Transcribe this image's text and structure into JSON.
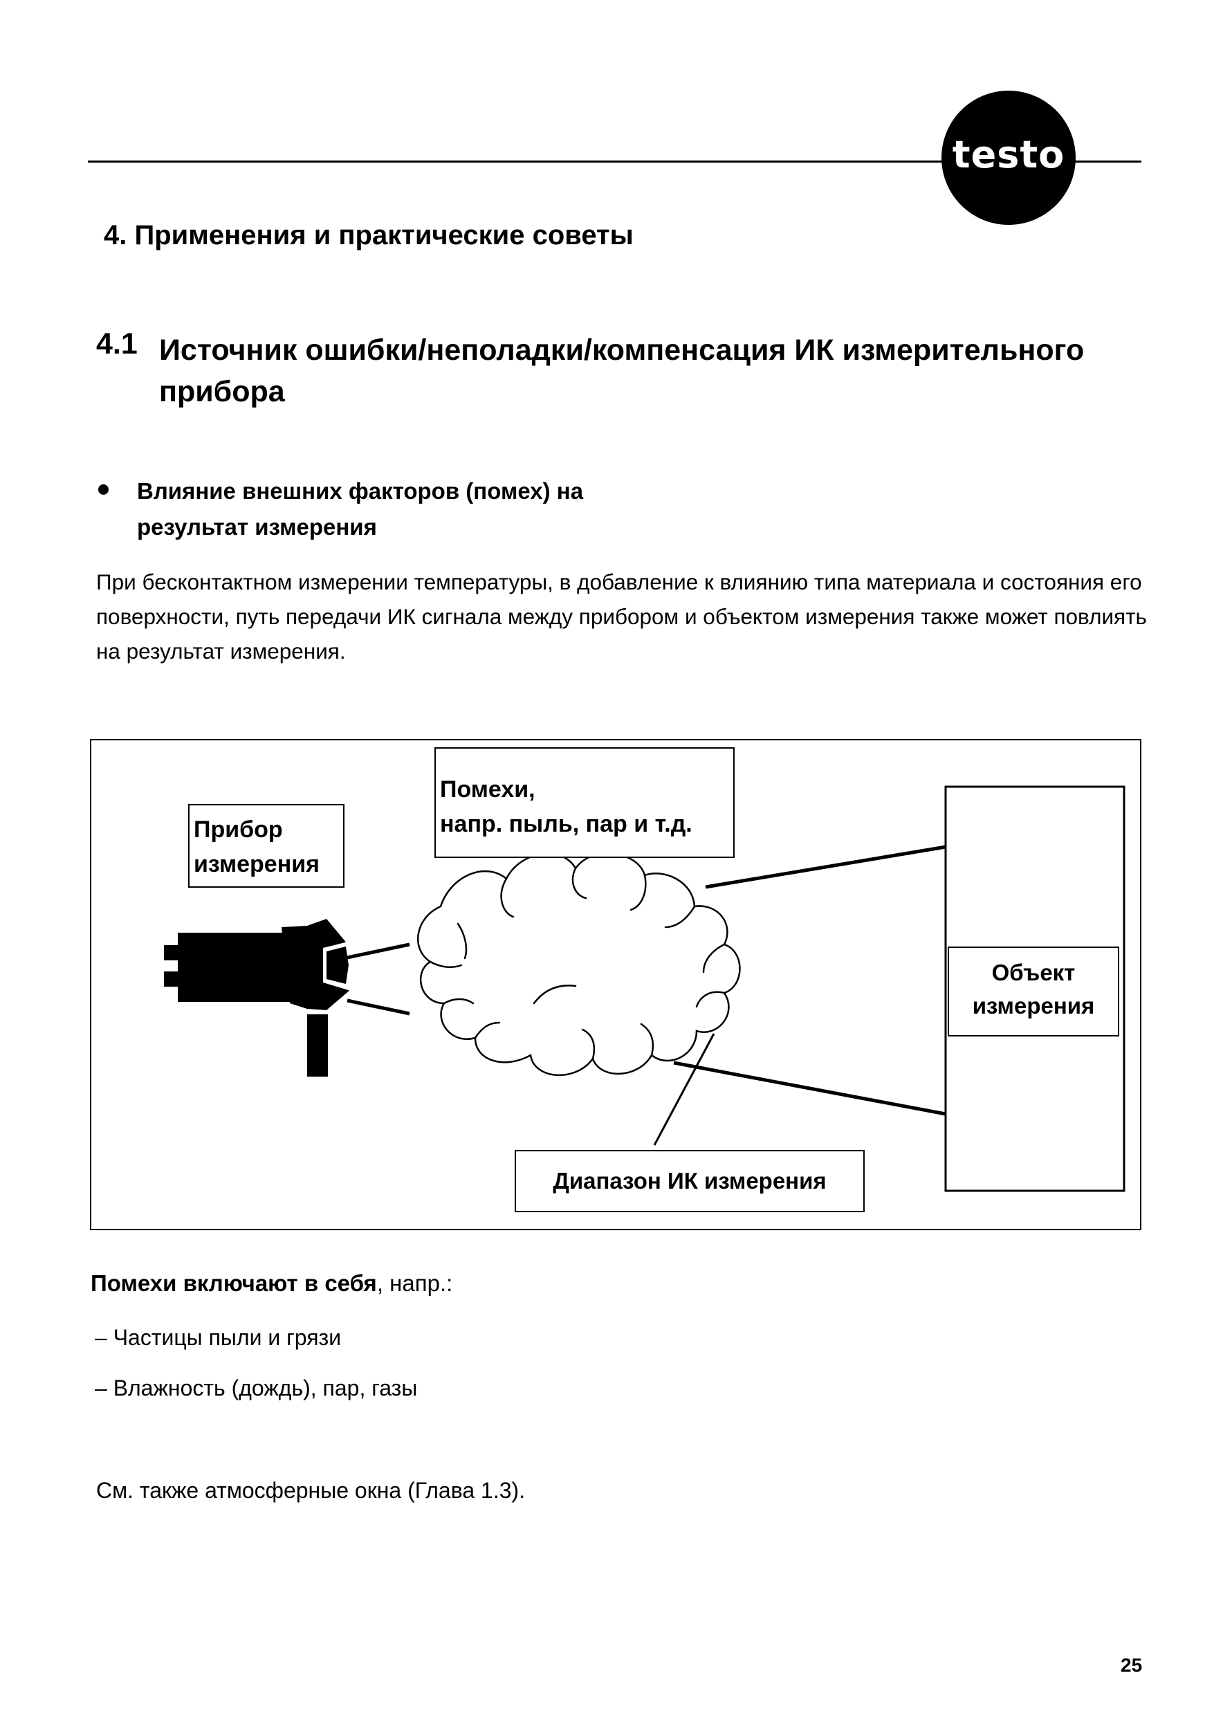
{
  "header": {
    "logo_text": "testo"
  },
  "section_title": "4. Применения и практические советы",
  "subsection": {
    "number": "4.1",
    "title": "Источник ошибки/неполадки/компенсация ИК измерительного прибора"
  },
  "bullet_heading": "Влияние внешних факторов (помех) на результат измерения",
  "paragraph": "При бесконтактном измерении температуры, в добавление к влиянию типа материала и состояния его поверхности, путь передачи ИК сигнала между прибором и объектом измерения также может повлиять на результат измерения.",
  "diagram": {
    "device_label_line1": "Прибор",
    "device_label_line2": "измерения",
    "noise_label_line1": "Помехи,",
    "noise_label_line2": "напр. пыль, пар и т.д.",
    "object_label_line1": "Объект",
    "object_label_line2": "измерения",
    "range_label": "Диапазон ИК измерения"
  },
  "noise_list": {
    "intro_bold": "Помехи включают в себя",
    "intro_rest": ", напр.:",
    "items": [
      "– Частицы пыли и грязи",
      "– Влажность (дождь), пар, газы"
    ]
  },
  "see_also": "См. также атмосферные окна (Глава 1.3).",
  "page_number": "25"
}
